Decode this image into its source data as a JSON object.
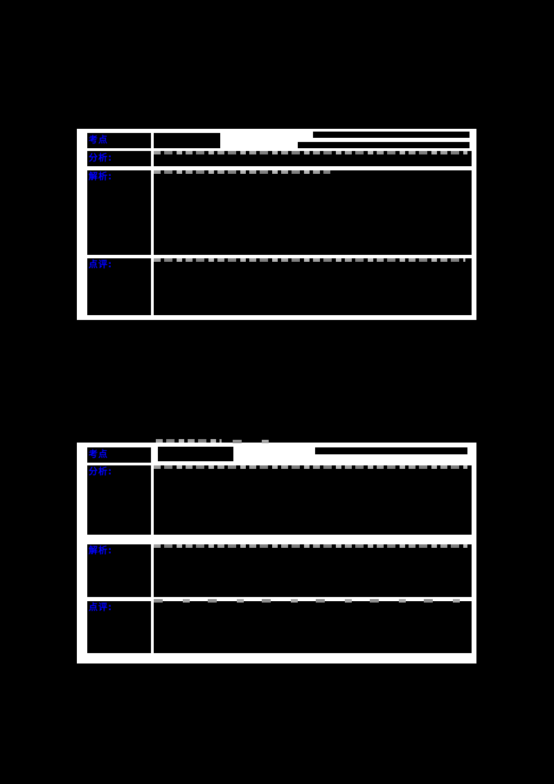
{
  "page": {
    "background_color": "#000000"
  },
  "colors": {
    "label_blue": "#0000ff",
    "table_background": "#ffffff",
    "cell_background": "#000000",
    "redaction_black": "#000000",
    "fragment_gray": "#9e9e9e"
  },
  "tables": [
    {
      "name": "solution-block-1",
      "rows": [
        {
          "label": "考点"
        },
        {
          "label": "分析:"
        },
        {
          "label": "解析:"
        },
        {
          "label": "点评:"
        }
      ]
    },
    {
      "name": "solution-block-2",
      "rows": [
        {
          "label": "考点"
        },
        {
          "label": "分析:"
        },
        {
          "label": "解析:"
        },
        {
          "label": "点评:"
        }
      ]
    }
  ]
}
